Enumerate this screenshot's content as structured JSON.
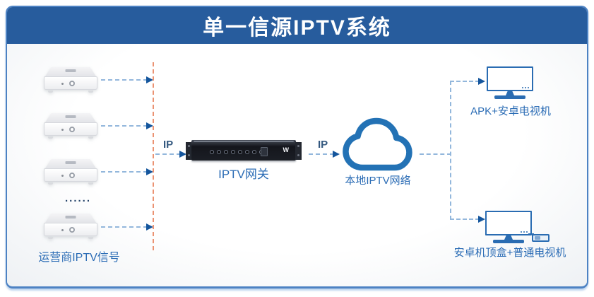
{
  "title": "单一信源IPTV系统",
  "sources": {
    "label": "运营商IPTV信号",
    "ellipsis": "......",
    "device_count": 4
  },
  "links": {
    "input_label": "IP",
    "output_label": "IP"
  },
  "gateway": {
    "label": "IPTV网关",
    "logo": "W"
  },
  "cloud": {
    "label": "本地IPTV网络"
  },
  "endpoints": [
    {
      "label": "APK+安卓电视机"
    },
    {
      "label": "安卓机顶盒+普通电视机"
    }
  ],
  "colors": {
    "header_bg": "#275c9d",
    "frame_border": "#4d82c3",
    "label_text": "#2b6cb5",
    "ip_text": "#33587f",
    "dash_blue": "#93b7dc",
    "arrowhead": "#15569d",
    "dash_orange": "#eb9373",
    "tv_outline": "#2a6cb2",
    "cloud_stroke": "#2372b5"
  }
}
